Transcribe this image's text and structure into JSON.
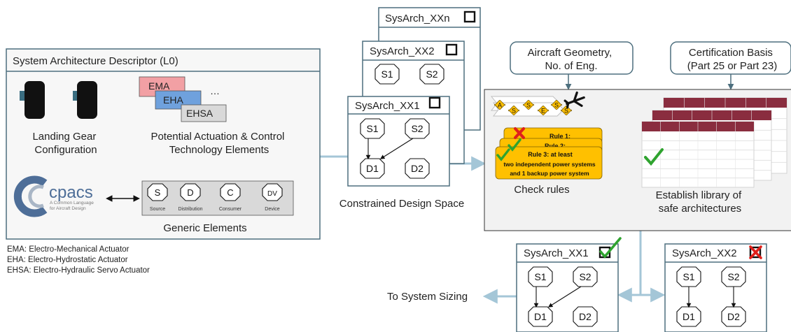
{
  "descriptor": {
    "title": "System Architecture Descriptor (L0)",
    "landing_gear_label": [
      "Landing Gear",
      "Configuration"
    ],
    "actuation_cards": [
      "EMA",
      "EHA",
      "EHSA"
    ],
    "actuation_ellipsis": "…",
    "actuation_label": [
      "Potential Actuation & Control",
      "Technology Elements"
    ],
    "cpacs_wordmark": "cpacs",
    "cpacs_tagline": [
      "A Common Language",
      "for Aircraft Design"
    ],
    "generic_elements": [
      {
        "letter": "S",
        "caption": "Source"
      },
      {
        "letter": "D",
        "caption": "Distribution"
      },
      {
        "letter": "C",
        "caption": "Consumer"
      },
      {
        "letter": "DV",
        "caption": "Device"
      }
    ],
    "generic_label": "Generic Elements"
  },
  "legend": [
    "EMA: Electro-Mechanical Actuator",
    "EHA: Electro-Hydrostatic Actuator",
    "EHSA: Electro-Hydraulic Servo Actuator"
  ],
  "design_space": {
    "stack_titles": [
      "SysArch_XXn",
      "SysArch_XX2",
      "SysArch_XX1"
    ],
    "nodes": [
      "S1",
      "S2",
      "D1",
      "D2"
    ],
    "label": "Constrained Design Space"
  },
  "inputs": {
    "geometry": [
      "Aircraft Geometry,",
      "No. of Eng."
    ],
    "certification": [
      "Certification Basis",
      "(Part 25 or Part 23)"
    ]
  },
  "process": {
    "flow_letters": [
      "A",
      "S",
      "S",
      "E",
      "S",
      "S"
    ],
    "rules": [
      "Rule 1:",
      "Rule 2:",
      "Rule 3: at least",
      "two independent  power systems",
      "and 1 backup power system"
    ],
    "check_label": "Check rules",
    "library_label": [
      "Establish library of",
      "safe architectures"
    ]
  },
  "results": [
    {
      "title": "SysArch_XX1",
      "status": "pass",
      "nodes": [
        "S1",
        "S2",
        "D1",
        "D2"
      ]
    },
    {
      "title": "SysArch_XX2",
      "status": "fail",
      "nodes": [
        "S1",
        "S2",
        "D1",
        "D2"
      ]
    }
  ],
  "to_sizing": "To System Sizing",
  "colors": {
    "frame": "#4d6f7e",
    "arrow": "#a4c6d7",
    "process_bg": "#f2f2f2",
    "descriptor_bg": "#f7f7f7",
    "ema": "#f2a0a4",
    "eha": "#6fa1dd",
    "ehsa": "#d9d9d9",
    "rule_card": "#ffc000",
    "check": "#2fa32f",
    "cross": "#e0201b",
    "table_header": "#8a2d3f",
    "cpacs_blue": "#4e6e98"
  }
}
